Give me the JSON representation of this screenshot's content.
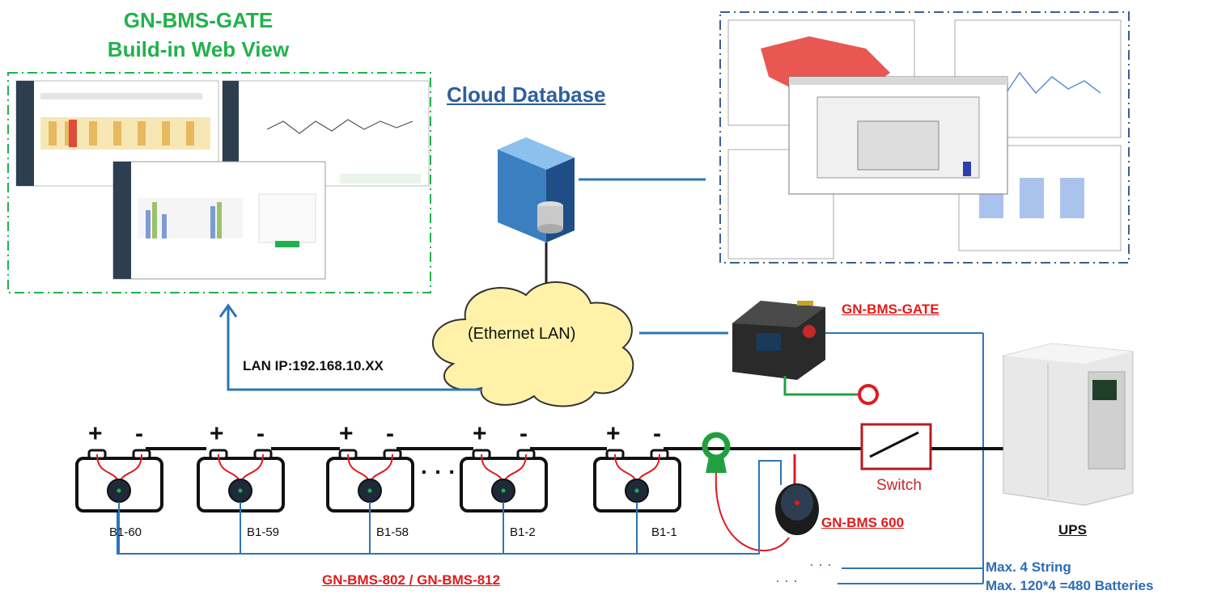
{
  "header": {
    "web_title_line1": "GN-BMS-GATE",
    "web_title_line2": "Build-in Web View",
    "cloud_label": "Cloud  Database"
  },
  "network": {
    "cloud_text": "(Ethernet LAN)",
    "lan_ip": "LAN IP:192.168.10.XX"
  },
  "devices": {
    "gate_label": "GN-BMS-GATE",
    "bms600_label": "GN-BMS 600",
    "switch_label": "Switch",
    "ups_label": "UPS",
    "sensor_label": "GN-BMS-802 / GN-BMS-812"
  },
  "batteries": [
    {
      "label": "B1-60"
    },
    {
      "label": "B1-59"
    },
    {
      "label": "B1-58"
    },
    {
      "label": "B1-2"
    },
    {
      "label": "B1-1"
    }
  ],
  "terminals": {
    "plus": "+",
    "minus": "-"
  },
  "ellipsis": "· · ·",
  "notes": {
    "max_string": "Max. 4 String",
    "max_batteries": "Max. 120*4 =480 Batteries"
  },
  "colors": {
    "green_accent": "#22b14c",
    "red_accent": "#e01b1b",
    "blue_line": "#2e75b6",
    "cloud_fill": "#fff2a8"
  }
}
